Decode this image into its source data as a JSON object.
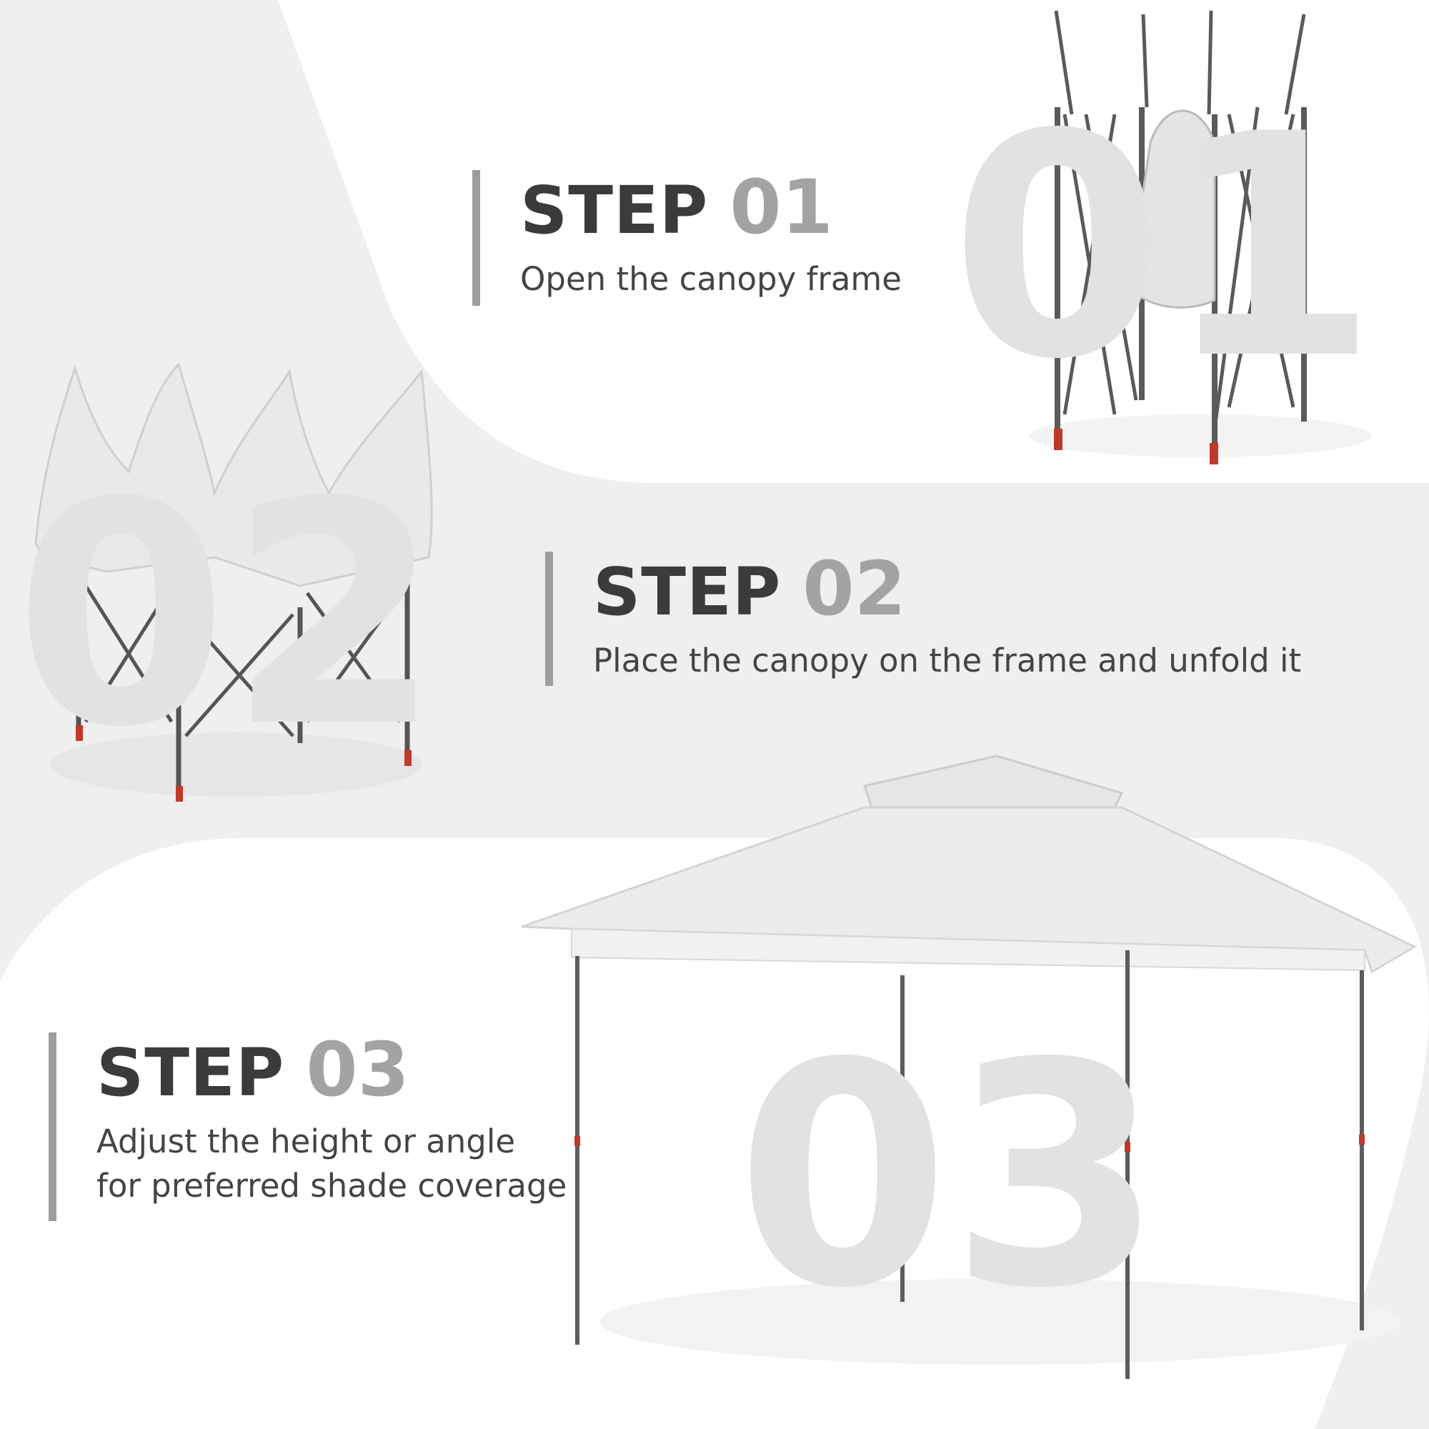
{
  "watermarks": [
    "01",
    "02",
    "03"
  ],
  "steps": [
    {
      "label": "STEP",
      "number": "01",
      "description": "Open the canopy frame"
    },
    {
      "label": "STEP",
      "number": "02",
      "description": "Place the canopy on the frame and unfold it"
    },
    {
      "label": "STEP",
      "number": "03",
      "description_lines": [
        "Adjust the height or angle",
        "for preferred shade coverage"
      ]
    }
  ],
  "colors": {
    "background": "#efefef",
    "panel": "#ffffff",
    "heading": "#3b3b3b",
    "number": "#a3a3a3",
    "frame": "#555555",
    "accent": "#c0392b"
  }
}
